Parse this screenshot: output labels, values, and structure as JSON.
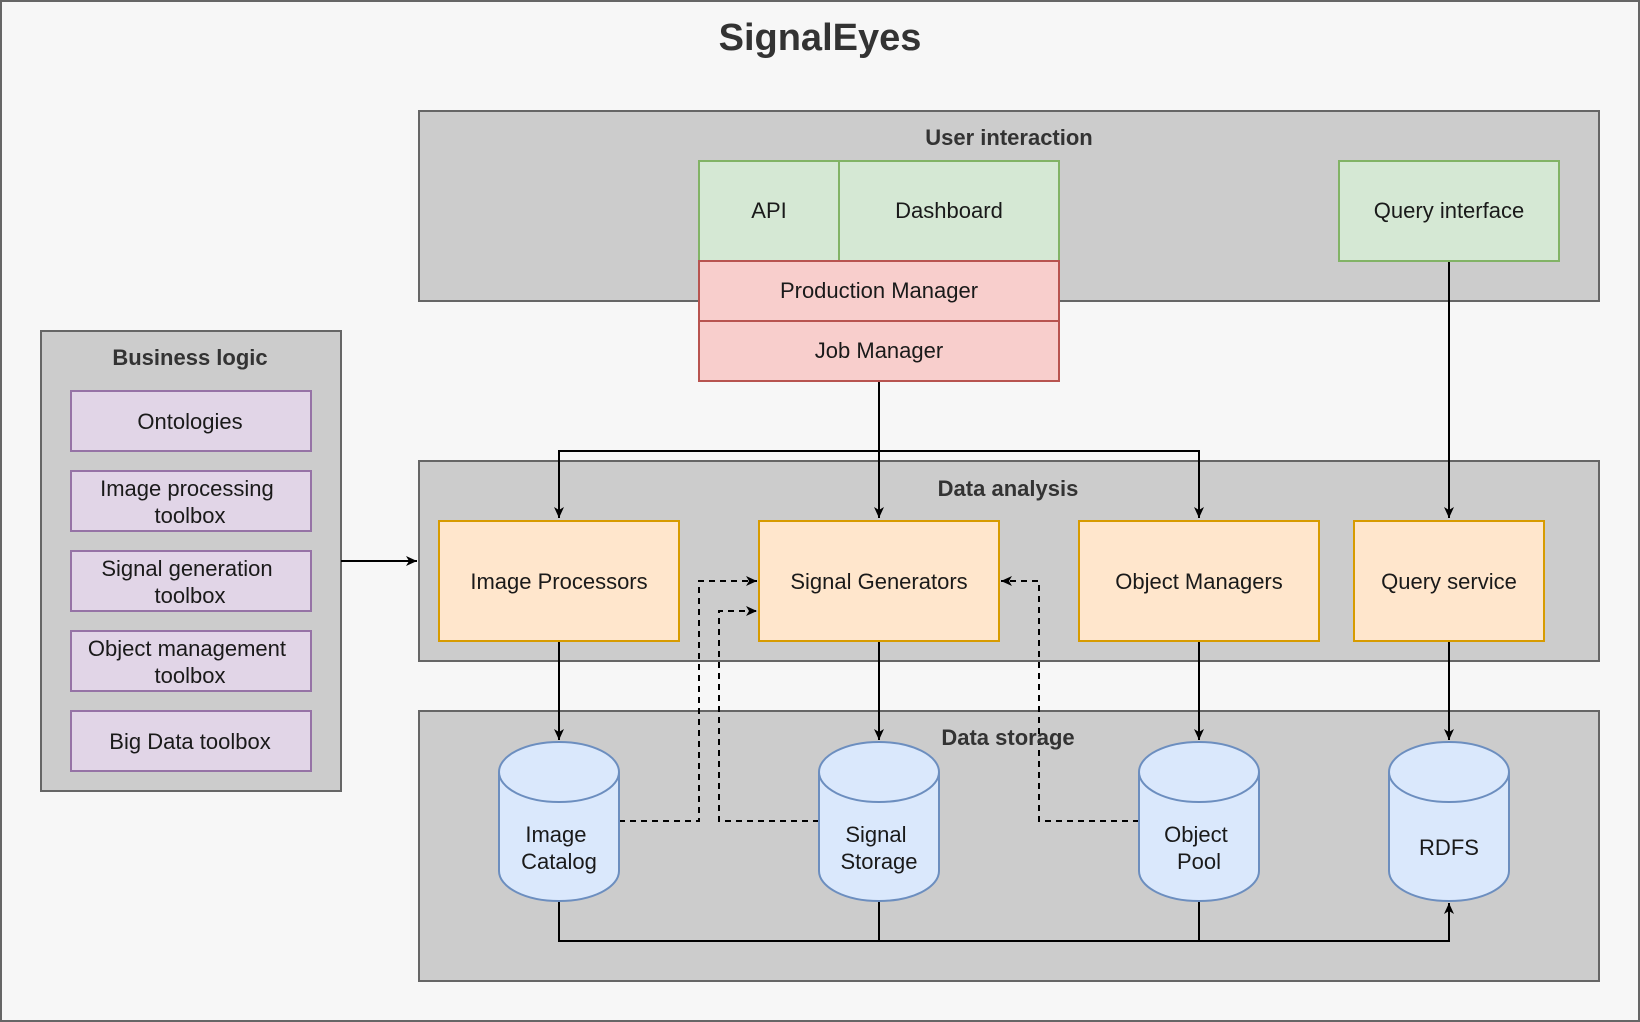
{
  "title": "SignalEyes",
  "groups": {
    "user_interaction": "User interaction",
    "business_logic": "Business logic",
    "data_analysis": "Data analysis",
    "data_storage": "Data storage"
  },
  "user_interaction": {
    "api": "API",
    "dashboard": "Dashboard",
    "production_manager": "Production Manager",
    "job_manager": "Job Manager",
    "query_interface": "Query interface"
  },
  "business_logic": {
    "ontologies": "Ontologies",
    "image_processing": [
      "Image processing",
      "toolbox"
    ],
    "signal_generation": [
      "Signal generation",
      "toolbox"
    ],
    "object_management": [
      "Object management",
      "toolbox"
    ],
    "big_data": "Big Data toolbox"
  },
  "data_analysis": {
    "image_processors": "Image Processors",
    "signal_generators": "Signal Generators",
    "object_managers": "Object Managers",
    "query_service": "Query service"
  },
  "data_storage": {
    "image_catalog": [
      "Image",
      "Catalog"
    ],
    "signal_storage": [
      "Signal",
      "Storage"
    ],
    "object_pool": [
      "Object",
      "Pool"
    ],
    "rdfs": "RDFS"
  },
  "colors": {
    "background": "#f7f7f7",
    "group_fill": "#cccccc",
    "group_stroke": "#666666",
    "green_fill": "#d5e8d4",
    "green_stroke": "#82b366",
    "red_fill": "#f8cecc",
    "red_stroke": "#b85450",
    "purple_fill": "#e1d5e7",
    "purple_stroke": "#9673a6",
    "orange_fill": "#ffe6cc",
    "orange_stroke": "#d79b00",
    "blue_fill": "#dae8fc",
    "blue_stroke": "#6c8ebf"
  }
}
